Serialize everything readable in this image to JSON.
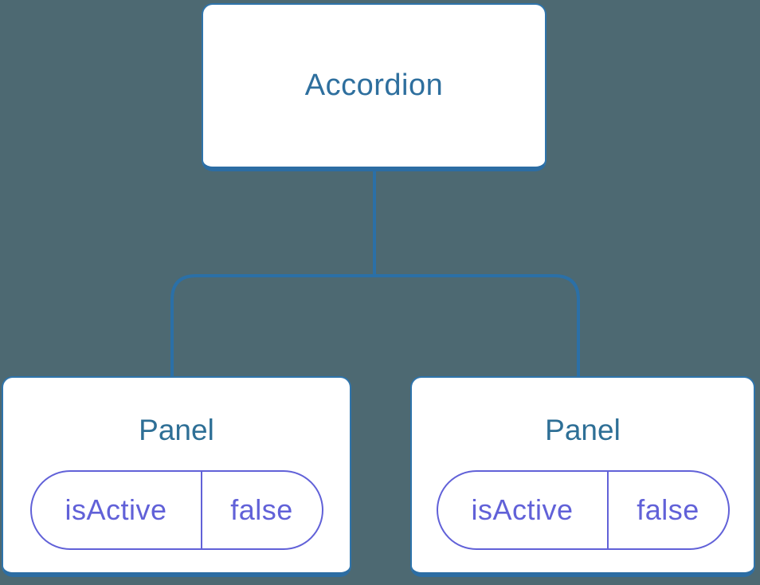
{
  "diagram": {
    "type": "react-component-tree",
    "root": {
      "label": "Accordion"
    },
    "children": [
      {
        "label": "Panel",
        "state": {
          "key": "isActive",
          "value": "false"
        }
      },
      {
        "label": "Panel",
        "state": {
          "key": "isActive",
          "value": "false"
        }
      }
    ]
  },
  "colors": {
    "background": "#4d6972",
    "card_background": "#ffffff",
    "card_border": "#2f74ab",
    "card_border_bottom": "#2c6da3",
    "connector_line": "#2b70a7",
    "node_label_text": "#2e6f9e",
    "state_pill_border": "#6161d8",
    "state_pill_text": "#6161d8"
  }
}
